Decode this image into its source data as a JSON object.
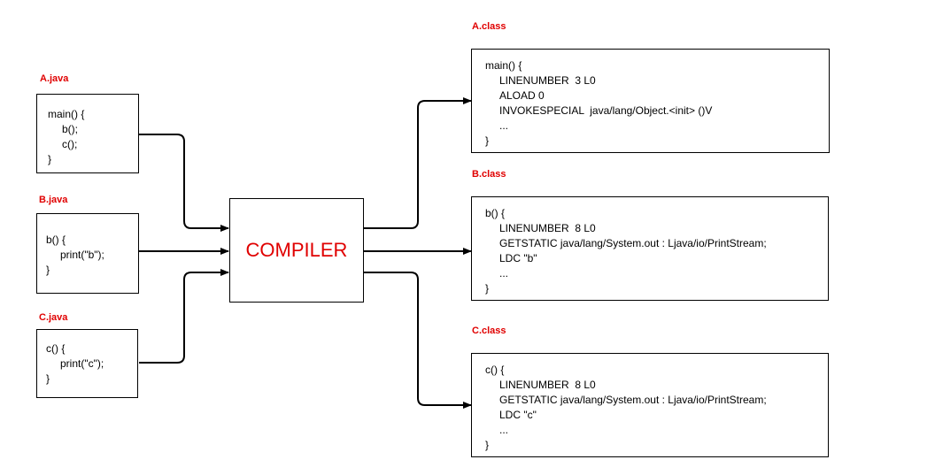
{
  "colors": {
    "accent": "#e00000",
    "stroke": "#000000"
  },
  "sources": [
    {
      "label": "A.java",
      "lines": [
        "main() {",
        "b();",
        "c();",
        "}"
      ]
    },
    {
      "label": "B.java",
      "lines": [
        "b() {",
        "print(\"b\");",
        "}"
      ]
    },
    {
      "label": "C.java",
      "lines": [
        "c() {",
        "print(\"c\");",
        "}"
      ]
    }
  ],
  "compiler": {
    "label": "COMPILER"
  },
  "outputs": [
    {
      "label": "A.class",
      "lines": [
        "main() {",
        "LINENUMBER  3 L0",
        "ALOAD 0",
        "INVOKESPECIAL  java/lang/Object.<init> ()V",
        "...",
        "}"
      ]
    },
    {
      "label": "B.class",
      "lines": [
        "b() {",
        "LINENUMBER  8 L0",
        "GETSTATIC java/lang/System.out : Ljava/io/PrintStream;",
        "LDC \"b\"",
        "...",
        "}"
      ]
    },
    {
      "label": "C.class",
      "lines": [
        "c() {",
        "LINENUMBER  8 L0",
        "GETSTATIC java/lang/System.out : Ljava/io/PrintStream;",
        "LDC \"c\"",
        "...",
        "}"
      ]
    }
  ]
}
